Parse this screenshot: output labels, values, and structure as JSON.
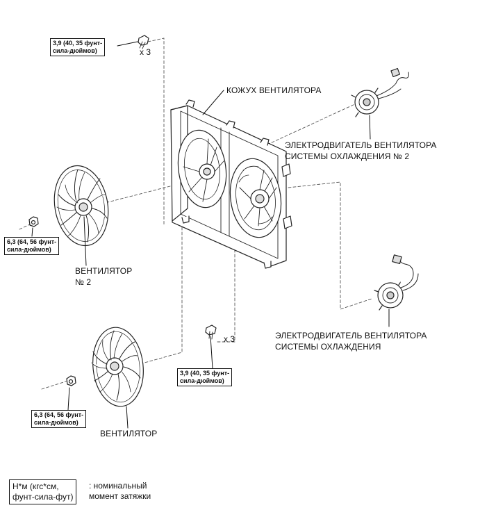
{
  "labels": {
    "shroud": "КОЖУХ ВЕНТИЛЯТОРА",
    "motor2_line1": "ЭЛЕКТРОДВИГАТЕЛЬ ВЕНТИЛЯТОРА",
    "motor2_line2": "СИСТЕМЫ ОХЛАЖДЕНИЯ № 2",
    "fan2_line1": "ВЕНТИЛЯТОР",
    "fan2_line2": "№ 2",
    "motor1_line1": "ЭЛЕКТРОДВИГАТЕЛЬ ВЕНТИЛЯТОРА",
    "motor1_line2": "СИСТЕМЫ ОХЛАЖДЕНИЯ",
    "fan1": "ВЕНТИЛЯТОР"
  },
  "torque": {
    "top_bolt": [
      "3,9 (40, 35 фунт-",
      "сила-дюймов)"
    ],
    "nut_fan2": [
      "6,3 (64, 56 фунт-",
      "сила-дюймов)"
    ],
    "lower_bolt": [
      "3,9 (40, 35 фунт-",
      "сила-дюймов)"
    ],
    "nut_fan1": [
      "6,3 (64, 56 фунт-",
      "сила-дюймов)"
    ]
  },
  "quantities": {
    "top_bolt": "x 3",
    "lower_bolt": "x 3"
  },
  "legend": {
    "unit_line1": "Н*м (кгс*см,",
    "unit_line2": "фунт-сила-фут)",
    "desc_line1": ": номинальный",
    "desc_line2": "момент затяжки"
  }
}
